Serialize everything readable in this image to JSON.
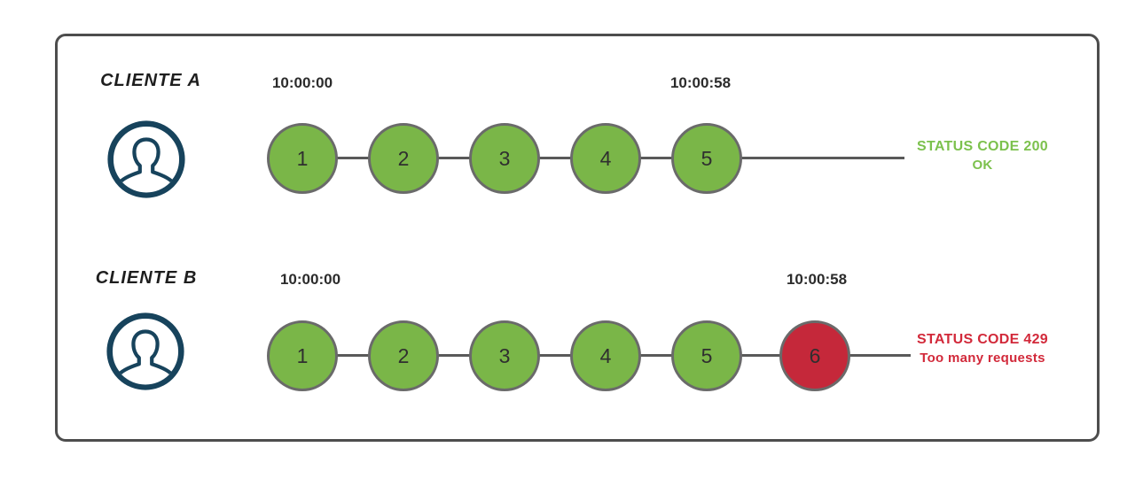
{
  "colors": {
    "success_green": "#7ab648",
    "success_text_green": "#7cc14d",
    "error_red": "#c5283a",
    "error_text_red": "#d2293a",
    "circle_border_gray": "#6a6a6a",
    "connector_gray": "#595959",
    "frame_border_gray": "#4d4d4d",
    "avatar_navy": "#17435c"
  },
  "rows": [
    {
      "client_label": "CLIENTE A",
      "start_time": "10:00:00",
      "end_time": "10:00:58",
      "requests": [
        {
          "label": "1",
          "state": "ok"
        },
        {
          "label": "2",
          "state": "ok"
        },
        {
          "label": "3",
          "state": "ok"
        },
        {
          "label": "4",
          "state": "ok"
        },
        {
          "label": "5",
          "state": "ok"
        }
      ],
      "status": {
        "state": "ok",
        "code_line": "STATUS CODE 200",
        "message_line": "OK"
      }
    },
    {
      "client_label": "CLIENTE B",
      "start_time": "10:00:00",
      "end_time": "10:00:58",
      "requests": [
        {
          "label": "1",
          "state": "ok"
        },
        {
          "label": "2",
          "state": "ok"
        },
        {
          "label": "3",
          "state": "ok"
        },
        {
          "label": "4",
          "state": "ok"
        },
        {
          "label": "5",
          "state": "ok"
        },
        {
          "label": "6",
          "state": "blocked"
        }
      ],
      "status": {
        "state": "blocked",
        "code_line": "STATUS CODE 429",
        "message_line": "Too many requests"
      }
    }
  ]
}
